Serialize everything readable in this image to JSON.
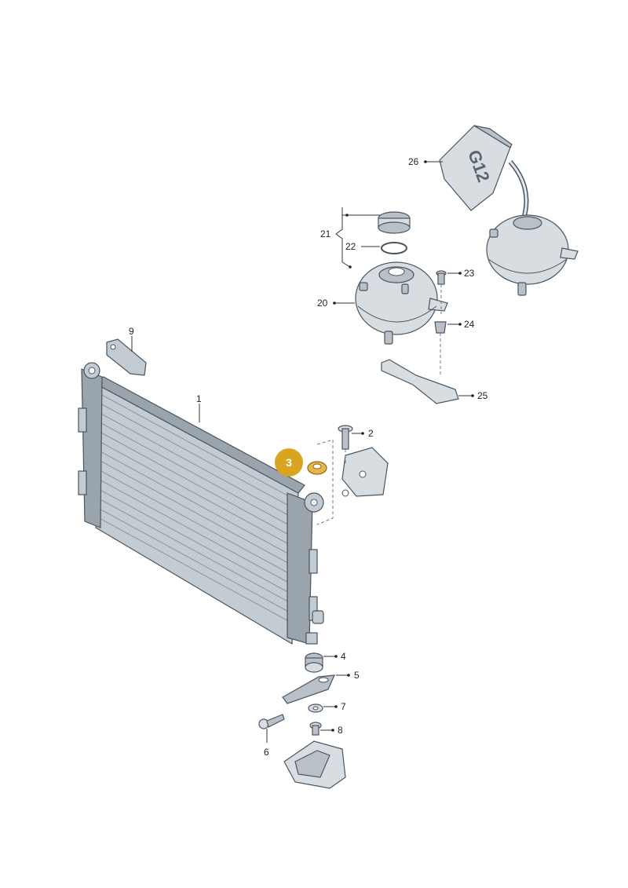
{
  "callouts": {
    "c1": "1",
    "c2": "2",
    "c3": "3",
    "c4": "4",
    "c5": "5",
    "c6": "6",
    "c7": "7",
    "c8": "8",
    "c9": "9",
    "c20": "20",
    "c21": "21",
    "c22": "22",
    "c23": "23",
    "c24": "24",
    "c25": "25",
    "c26": "26"
  },
  "bottle_label": "G12",
  "highlight": {
    "part": "3",
    "color": "#d9a520"
  }
}
